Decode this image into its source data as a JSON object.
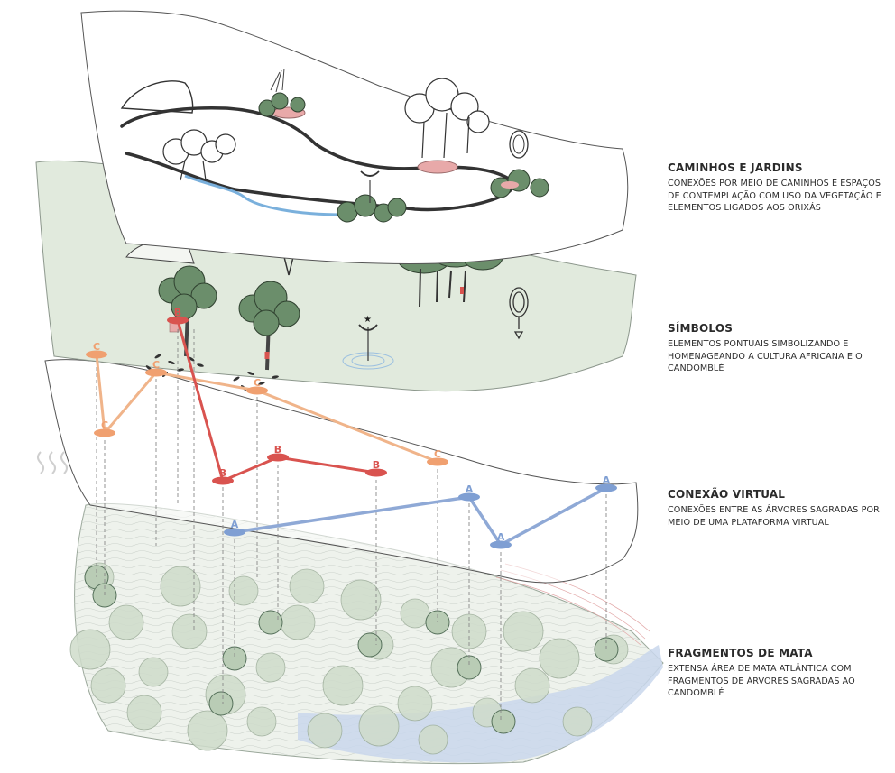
{
  "layers": [
    {
      "id": "caminhos",
      "title": "CAMINHOS E JARDINS",
      "description": "CONEXÕES POR MEIO DE CAMINHOS E ESPAÇOS DE CONTEMPLAÇÃO COM USO DA VEGETAÇÃO E ELEMENTOS LIGADOS AOS ORIXÁS"
    },
    {
      "id": "simbolos",
      "title": "SÍMBOLOS",
      "description": "ELEMENTOS PONTUAIS SIMBOLIZANDO E HOMENAGEANDO A CULTURA AFRICANA E O CANDOMBLÉ"
    },
    {
      "id": "conexao",
      "title": "CONEXÃO VIRTUAL",
      "description": "CONEXÕES ENTRE AS ÁRVORES SAGRADAS POR MEIO DE UMA PLATAFORMA VIRTUAL"
    },
    {
      "id": "fragmentos",
      "title": "FRAGMENTOS DE MATA",
      "description": "EXTENSA ÁREA DE MATA ATLÂNTICA COM FRAGMENTOS DE ÁRVORES SAGRADAS AO CANDOMBLÉ"
    }
  ],
  "node_labels": {
    "orange": "C",
    "red": "B",
    "blue": "A"
  },
  "colors": {
    "orange": "#f0a070",
    "red": "#d9534f",
    "blue": "#7f9fd3",
    "tree_green": "#5e8f61",
    "plane_green": "#e3ece0",
    "pink": "#e8a9a9",
    "water": "#7ab0dc"
  }
}
